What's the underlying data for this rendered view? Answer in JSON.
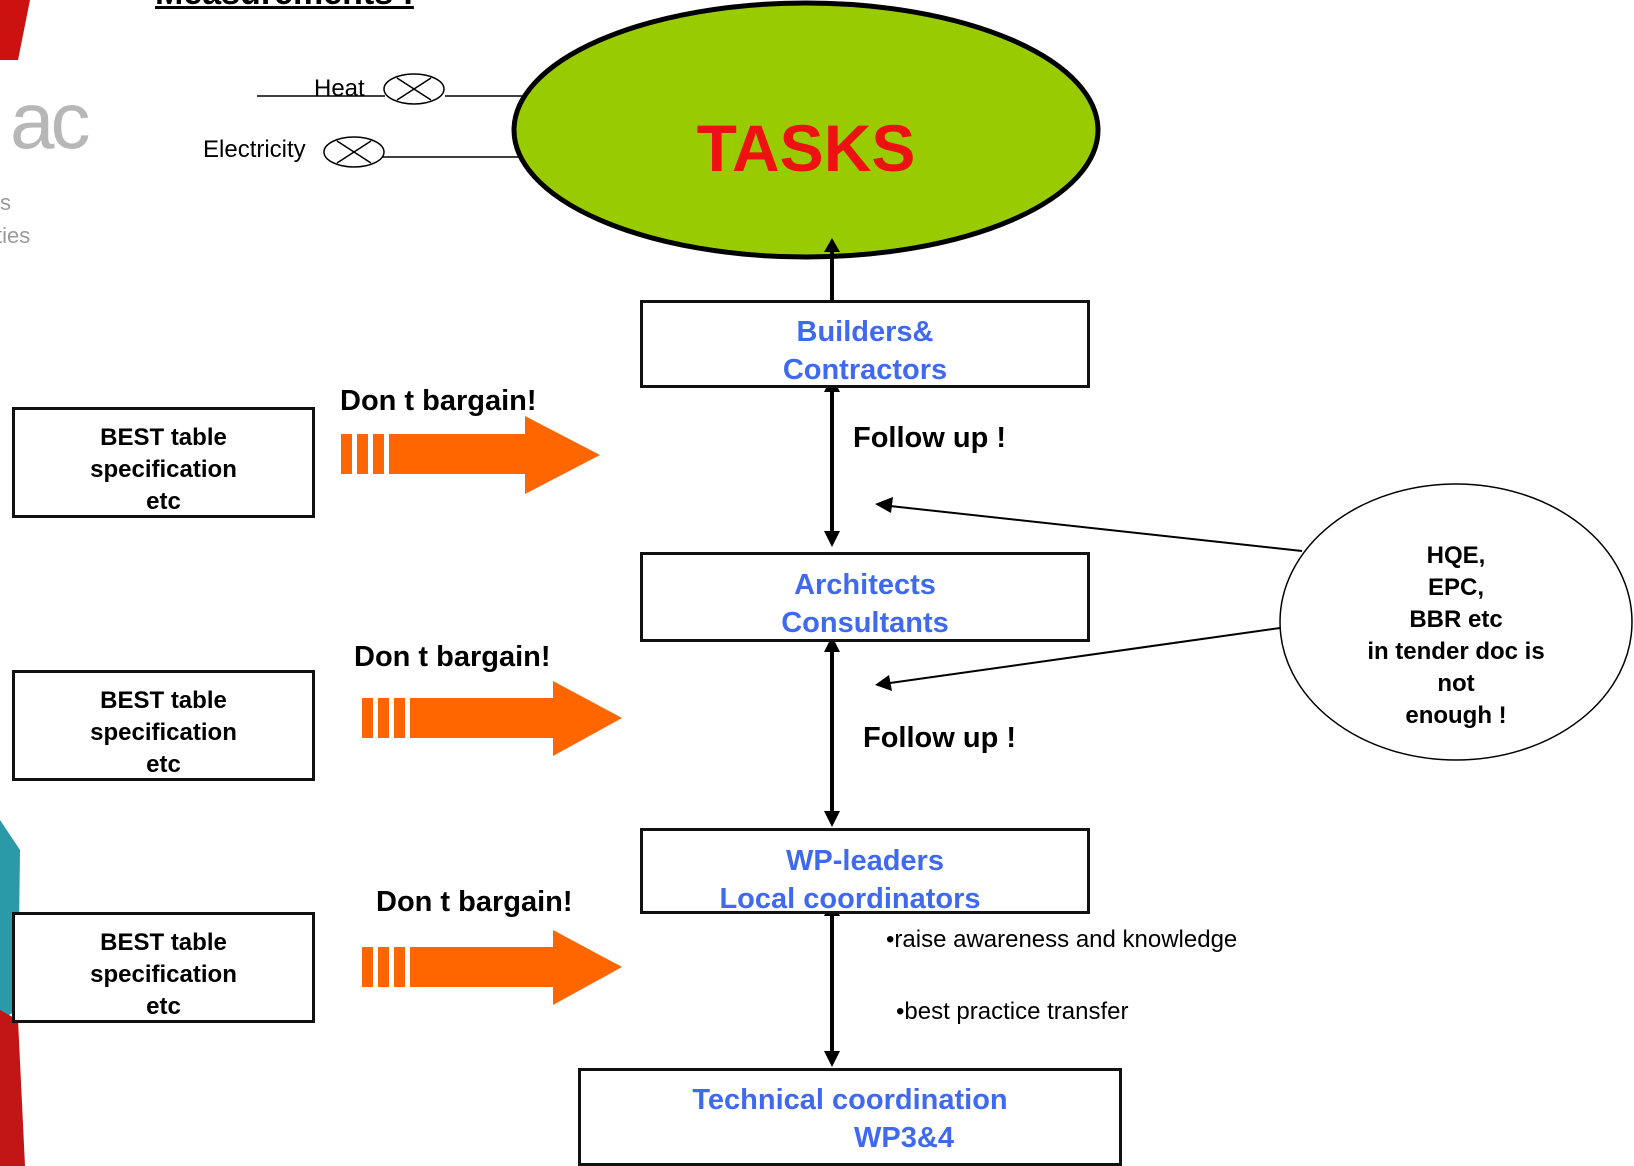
{
  "header": {
    "title": "Measurements !"
  },
  "logo": {
    "fragment_top": "ac",
    "fragment_s": "s",
    "fragment_ties": "ties"
  },
  "meters": {
    "heat_label": "Heat",
    "electricity_label": "Electricity"
  },
  "tasks": {
    "label": "TASKS"
  },
  "colors": {
    "ellipse_fill": "#99cc00",
    "tasks_text": "#ee1111",
    "box_text": "#3f6af0",
    "arrow_orange": "#ff6600"
  },
  "boxes": {
    "builders": {
      "line1": "Builders&",
      "line2": "Contractors"
    },
    "architects": {
      "line1": "Architects",
      "line2": "Consultants"
    },
    "wp": {
      "line1": "WP-leaders",
      "line2": "Local coordinators"
    },
    "technical": {
      "line1": "Technical coordination",
      "line2": "WP3&4"
    }
  },
  "spec_boxes": [
    {
      "line1": "BEST table",
      "line2": "specification",
      "line3": "etc"
    },
    {
      "line1": "BEST table",
      "line2": "specification",
      "line3": "etc"
    },
    {
      "line1": "BEST table",
      "line2": "specification",
      "line3": "etc"
    }
  ],
  "bargain_labels": [
    "Don t bargain!",
    "Don t bargain!",
    "Don t bargain!"
  ],
  "follow_labels": [
    "Follow up !",
    "Follow up !"
  ],
  "callout": {
    "lines": [
      "HQE,",
      "EPC,",
      "BBR etc",
      "in tender doc is",
      "not",
      "enough !"
    ]
  },
  "bullets": [
    "•raise awareness and knowledge",
    "•best practice transfer"
  ]
}
